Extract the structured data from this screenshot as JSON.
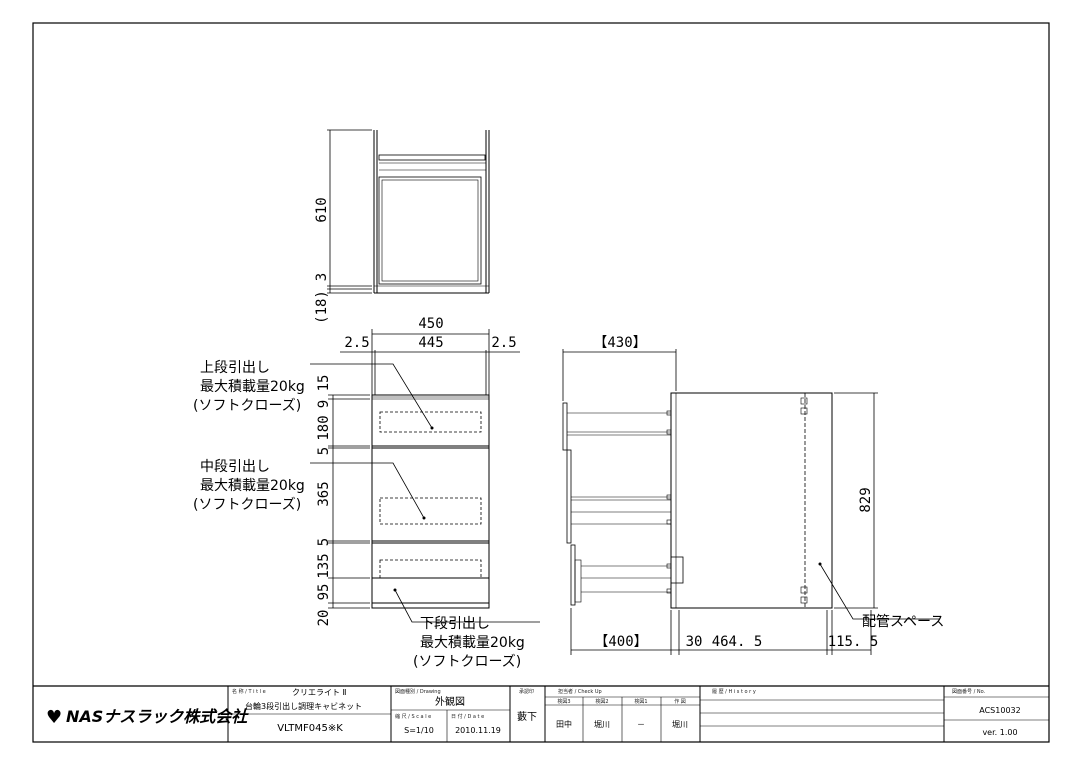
{
  "dimensions": {
    "front_total_width": "450",
    "front_inner_width": "445",
    "front_side_left": "2.5",
    "front_side_right": "2.5",
    "top_depth": "610",
    "top_3": "3",
    "top_18": "(18)",
    "v_15": "15",
    "v_9": "9",
    "v_180": "180",
    "v_5a": "5",
    "v_365": "365",
    "v_5b": "5",
    "v_135": "135",
    "v_95": "95",
    "v_20": "20",
    "side_top_bracket": "【430】",
    "side_bottom_bracket": "【400】",
    "side_30": "30",
    "side_464": "464. 5",
    "side_115": "115. 5",
    "side_height": "829"
  },
  "labels": {
    "upper_drawer": [
      "上段引出し",
      "最大積載量20kg",
      "(ソフトクローズ)"
    ],
    "middle_drawer": [
      "中段引出し",
      "最大積載量20kg",
      "(ソフトクローズ)"
    ],
    "lower_drawer": [
      "下段引出し",
      "最大積載量20kg",
      "(ソフトクローズ)"
    ],
    "pipe_space": "配管スペース"
  },
  "title_block": {
    "logo_mark": "♥",
    "logo_text": "NASナスラック株式会社",
    "name_caption": "名 称 / T i t l e",
    "series": "クリエライト Ⅱ",
    "product": "台輪3段引出し調理キャビネット",
    "model": "VLTMF045※K",
    "drawing_type_caption": "図面種別 / Drawing",
    "drawing_type": "外観図",
    "scale_caption": "縮 尺 / S c a l e",
    "scale": "S=1/10",
    "date_caption": "日 付 / D a t e",
    "date": "2010.11.19",
    "approver_caption": "承認印",
    "approver": "藪下",
    "check_caption": "担当者 / Check Up",
    "check_heads": [
      "検図3",
      "検図2",
      "検図1",
      "作 図"
    ],
    "check_names": [
      "田中",
      "堀川",
      "－",
      "堀川"
    ],
    "history_caption": "履 歴 / H i s t o r y",
    "drawing_no_caption": "図面番号 / No.",
    "drawing_no": "ACS10032",
    "version": "ver. 1.00"
  }
}
